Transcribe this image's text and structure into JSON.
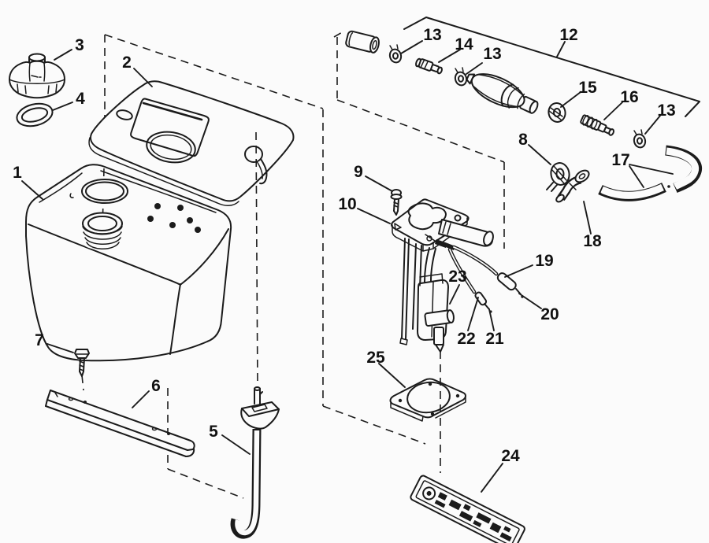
{
  "page": {
    "background": "#fbfbfb",
    "ink_color": "#1b1b1b",
    "label_color": "#111111"
  },
  "diagram": {
    "kind": "exploded-parts-diagram",
    "callouts": [
      {
        "id": "filler-cap",
        "text": "3"
      },
      {
        "id": "tank-cover",
        "text": "2"
      },
      {
        "id": "cap-retainer-ring",
        "text": "4"
      },
      {
        "id": "oil-tank",
        "text": "1"
      },
      {
        "id": "clip-a",
        "text": "13"
      },
      {
        "id": "inline-fitting",
        "text": "14"
      },
      {
        "id": "clip-b",
        "text": "13"
      },
      {
        "id": "hose-kit",
        "text": "12"
      },
      {
        "id": "clamp-small",
        "text": "15"
      },
      {
        "id": "barb-connector",
        "text": "16"
      },
      {
        "id": "clip-c",
        "text": "13"
      },
      {
        "id": "clamp-large",
        "text": "8"
      },
      {
        "id": "hose-pair",
        "text": "17"
      },
      {
        "id": "pump-screw",
        "text": "9"
      },
      {
        "id": "pump-assembly",
        "text": "10"
      },
      {
        "id": "elbow-fitting",
        "text": "18"
      },
      {
        "id": "wire-connector",
        "text": "19"
      },
      {
        "id": "pump-hose",
        "text": "23"
      },
      {
        "id": "wire-lead",
        "text": "20"
      },
      {
        "id": "wire-b",
        "text": "22"
      },
      {
        "id": "wire-b-lead",
        "text": "21"
      },
      {
        "id": "gasket",
        "text": "25"
      },
      {
        "id": "bracket-screw",
        "text": "7"
      },
      {
        "id": "mounting-bracket",
        "text": "6"
      },
      {
        "id": "pickup-tube",
        "text": "5"
      },
      {
        "id": "decal-plate",
        "text": "24"
      }
    ]
  }
}
